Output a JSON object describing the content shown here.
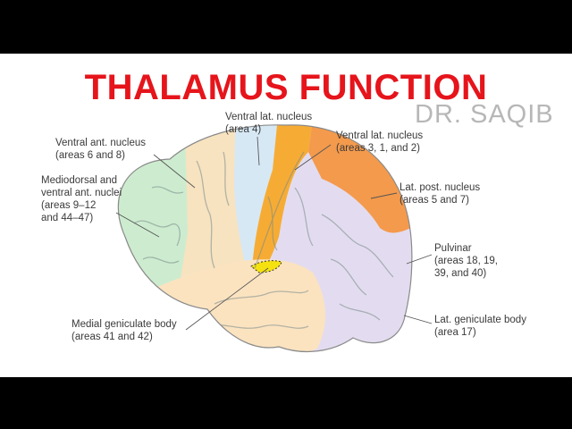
{
  "title": "THALAMUS FUNCTION",
  "author": "DR. SAQIB",
  "labels": {
    "vl4": {
      "l1": "Ventral lat. nucleus",
      "l2": "(area 4)"
    },
    "vl312": {
      "l1": "Ventral lat. nucleus",
      "l2": "(areas 3, 1, and 2)"
    },
    "va68": {
      "l1": "Ventral ant. nucleus",
      "l2": "(areas 6 and 8)"
    },
    "md": {
      "l1": "Mediodorsal and",
      "l2": "ventral ant. nuclei",
      "l3": "(areas 9–12",
      "l4": "and 44–47)"
    },
    "lp": {
      "l1": "Lat. post. nucleus",
      "l2": "(areas 5 and 7)"
    },
    "pulvinar": {
      "l1": "Pulvinar",
      "l2": "(areas 18, 19,",
      "l3": "39, and 40)"
    },
    "mgb": {
      "l1": "Medial geniculate body",
      "l2": "(areas 41 and 42)"
    },
    "lgb": {
      "l1": "Lat. geniculate body",
      "l2": "(area 17)"
    }
  },
  "colors": {
    "title": "#e6141b",
    "frontal": "#cdeccf",
    "premotor": "#f7e3c0",
    "motor": "#d7e8f5",
    "somatosensory": "#f6ac34",
    "parietal": "#f49a4c",
    "occipital": "#e3dcf0",
    "temporal": "#fbe3c0",
    "mgb": "#f5e10f"
  }
}
